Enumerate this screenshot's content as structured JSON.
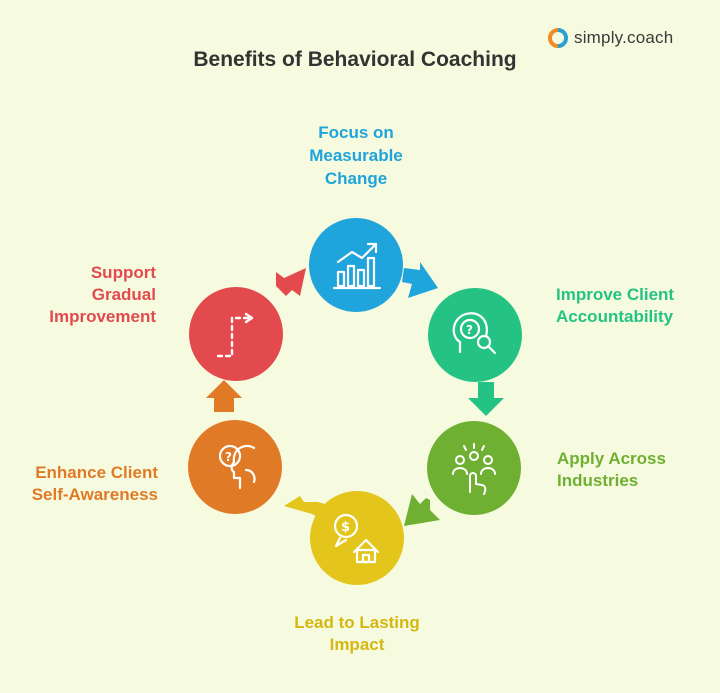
{
  "brand": {
    "name": "simply.coach"
  },
  "title": "Benefits of Behavioral Coaching",
  "nodes": [
    {
      "label": "Focus on\nMeasurable\nChange",
      "color": "#1fa4db",
      "icon": "growth-chart-icon"
    },
    {
      "label": "Improve Client\nAccountability",
      "color": "#25c383",
      "icon": "head-question-magnifier-icon"
    },
    {
      "label": "Apply Across\nIndustries",
      "color": "#6fb033",
      "icon": "people-touch-icon"
    },
    {
      "label": "Lead to Lasting\nImpact",
      "color": "#e3c51c",
      "icon": "money-house-icon"
    },
    {
      "label": "Enhance Client\nSelf-Awareness",
      "color": "#e07a26",
      "icon": "head-question-icon"
    },
    {
      "label": "Support\nGradual\nImprovement",
      "color": "#e24a4e",
      "icon": "step-path-icon"
    }
  ]
}
